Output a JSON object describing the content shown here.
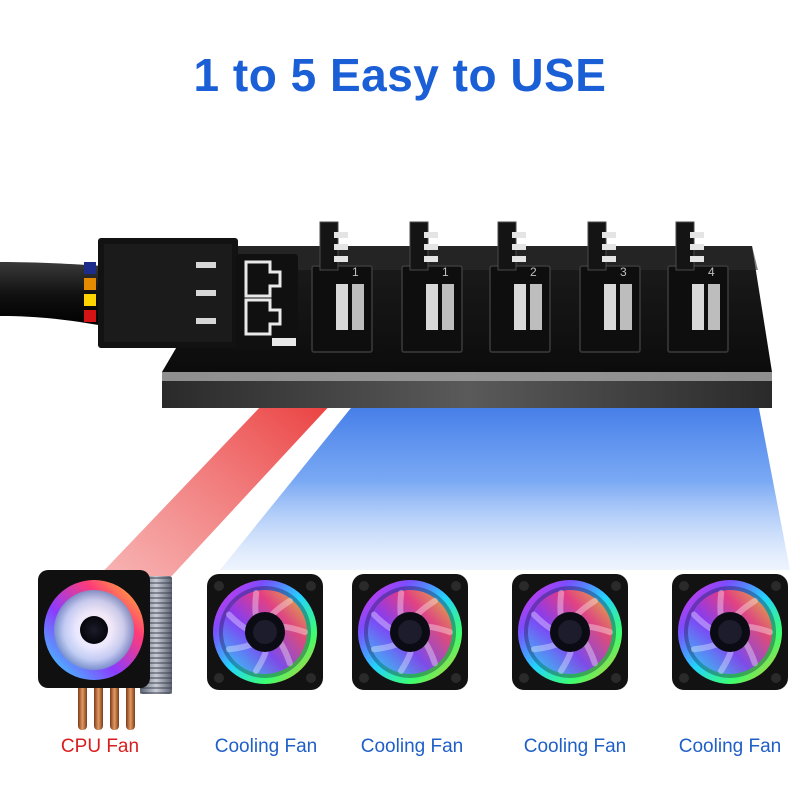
{
  "headline": "1 to 5 Easy to USE",
  "colors": {
    "headline": "#1a5fd6",
    "cpu_label": "#d81e1e",
    "cooling_label": "#1f5fc8",
    "hub_body": "#161616",
    "red_beam": "#e81b1b",
    "blue_beam": "#2a6fe6",
    "wire_black": "#111111"
  },
  "hub": {
    "port_labels": [
      "1",
      "1",
      "2",
      "3",
      "4"
    ]
  },
  "fans": [
    {
      "label": "CPU  Fan",
      "kind": "cpu",
      "icon": "cpu-cooler-icon"
    },
    {
      "label": "Cooling Fan",
      "kind": "cooling",
      "icon": "rgb-fan-icon"
    },
    {
      "label": "Cooling Fan",
      "kind": "cooling",
      "icon": "rgb-fan-icon"
    },
    {
      "label": "Cooling Fan",
      "kind": "cooling",
      "icon": "rgb-fan-icon"
    },
    {
      "label": "Cooling Fan",
      "kind": "cooling",
      "icon": "rgb-fan-icon"
    }
  ]
}
